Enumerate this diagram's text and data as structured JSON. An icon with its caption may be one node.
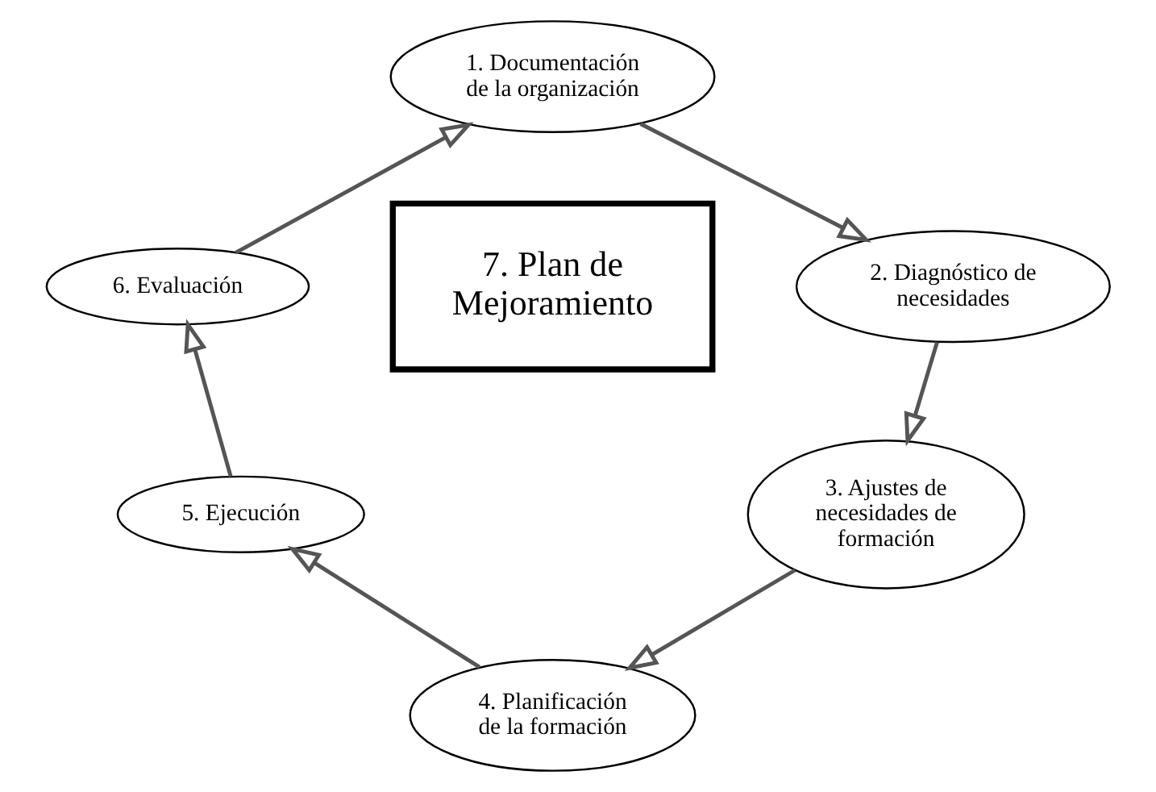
{
  "diagram": {
    "nodes": [
      {
        "text": [
          "1. Documentación de la organización"
        ]
      },
      {
        "text": [
          "2. Diagnóstico de necesidades"
        ]
      },
      {
        "text": [
          "3. Ajustes de necesidades de formación"
        ]
      },
      {
        "text": [
          "4. Planificación de la formación"
        ]
      },
      {
        "text": [
          "5. Ejecución"
        ]
      },
      {
        "text": [
          "6. Evaluación"
        ]
      },
      {
        "text": [
          "7. Plan de Mejoramiento"
        ]
      }
    ],
    "edges": [
      {
        "from": 0,
        "to": 1,
        "arrow": "to"
      },
      {
        "from": 1,
        "to": 2,
        "arrow": "to"
      },
      {
        "from": 2,
        "to": 3,
        "arrow": "to"
      },
      {
        "from": 3,
        "to": 4,
        "arrow": "to"
      },
      {
        "from": 4,
        "to": 5,
        "arrow": "to"
      },
      {
        "from": 5,
        "to": 0,
        "arrow": "to"
      }
    ]
  }
}
